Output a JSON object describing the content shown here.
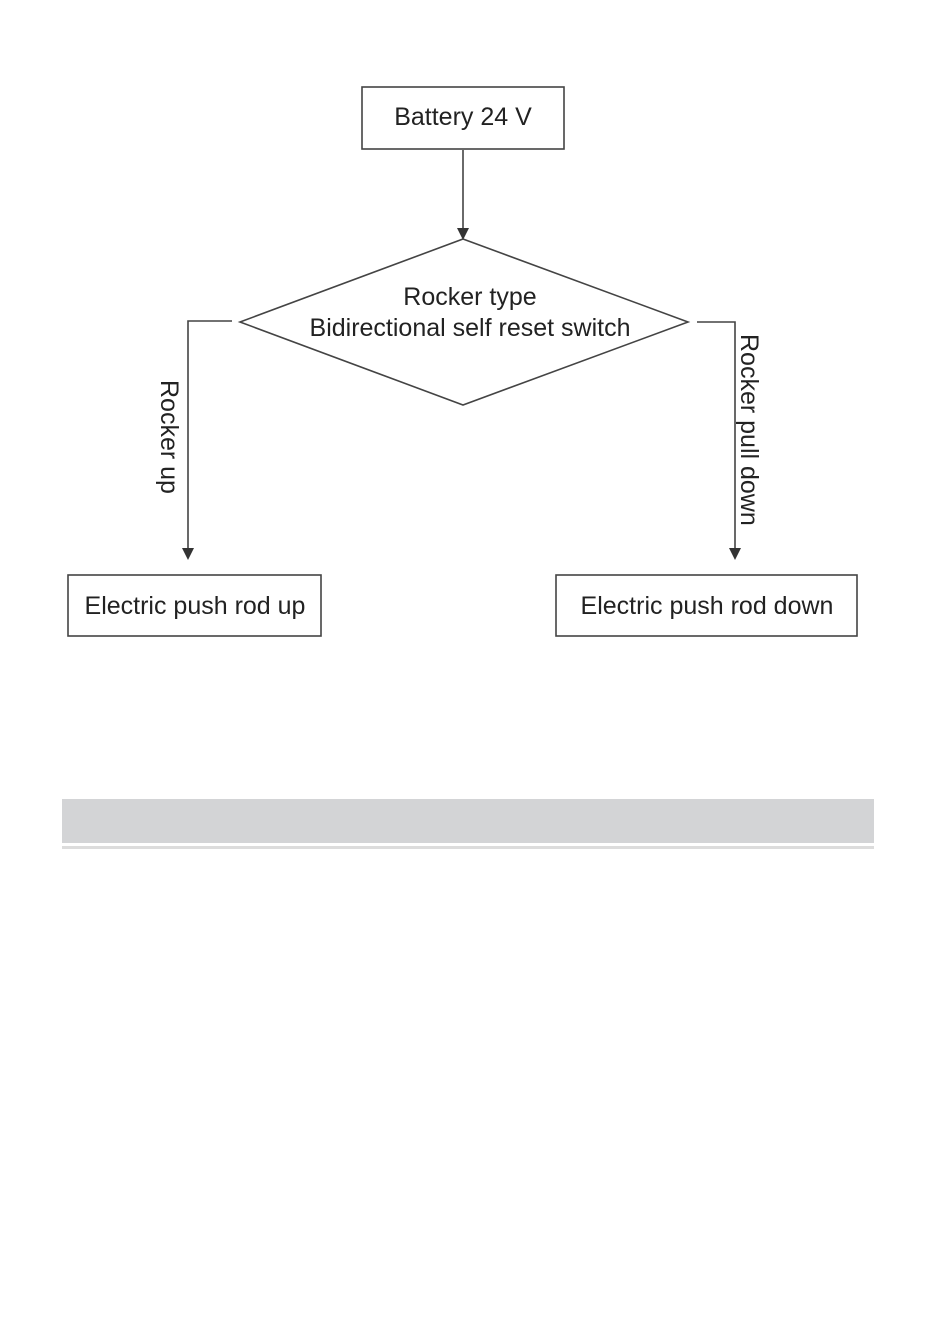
{
  "diagram": {
    "nodes": {
      "battery": "Battery 24 V",
      "switch_line1": "Rocker type",
      "switch_line2": "Bidirectional self reset switch",
      "push_up": "Electric push rod up",
      "push_down": "Electric push rod down"
    },
    "edges": {
      "left_label": "Rocker up",
      "right_label": "Rocker pull down"
    }
  }
}
